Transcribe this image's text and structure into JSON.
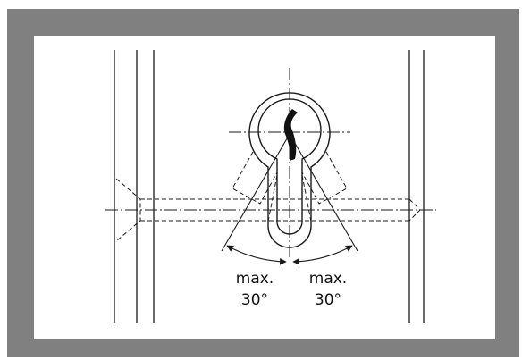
{
  "colors": {
    "frame": "#808080",
    "panel": "#ffffff",
    "line": "#1a1a1a"
  },
  "annotations": {
    "left": {
      "line1": "max.",
      "line2": "30°"
    },
    "right": {
      "line1": "max.",
      "line2": "30°"
    }
  }
}
